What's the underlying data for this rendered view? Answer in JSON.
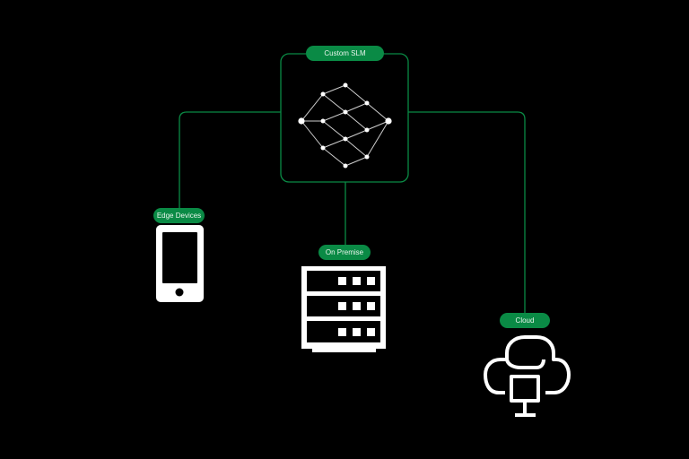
{
  "diagram": {
    "center": {
      "label": "Custom SLM",
      "icon": "neural-network-icon"
    },
    "targets": [
      {
        "label": "Edge Devices",
        "icon": "smartphone-icon"
      },
      {
        "label": "On Premise",
        "icon": "server-rack-icon"
      },
      {
        "label": "Cloud",
        "icon": "cloud-computer-icon"
      }
    ]
  },
  "colors": {
    "background": "#000000",
    "accent": "#0a8a45",
    "icon": "#ffffff"
  }
}
